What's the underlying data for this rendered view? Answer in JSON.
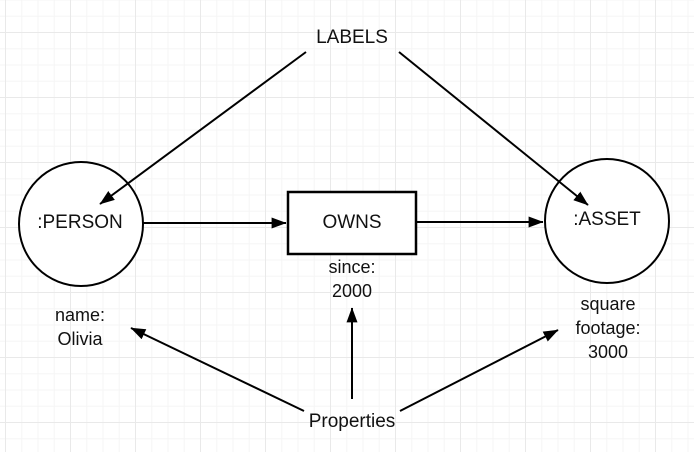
{
  "canvas": {
    "background_color": "#ffffff",
    "grid_major_color": "#e9e9e9",
    "grid_minor_color": "#f5f5f5",
    "stroke_color": "#000000"
  },
  "diagram": {
    "labels_title": "LABELS",
    "properties_title": "Properties",
    "nodes": {
      "person": {
        "label": ":PERSON",
        "shape": "circle"
      },
      "owns": {
        "label": "OWNS",
        "shape": "rectangle"
      },
      "asset": {
        "label": ":ASSET",
        "shape": "circle"
      }
    },
    "annotations": {
      "since": {
        "line1": "since:",
        "line2": "2000"
      },
      "name": {
        "line1": "name:",
        "line2": "Olivia"
      },
      "sqft": {
        "line1": "square",
        "line2": "footage:",
        "line3": "3000"
      }
    },
    "edges": [
      {
        "from": "LABELS",
        "to": ":PERSON"
      },
      {
        "from": "LABELS",
        "to": ":ASSET"
      },
      {
        "from": ":PERSON",
        "to": "OWNS"
      },
      {
        "from": "OWNS",
        "to": ":ASSET"
      },
      {
        "from": "Properties",
        "to": "since: 2000"
      },
      {
        "from": "Properties",
        "to": "name: Olivia"
      },
      {
        "from": "Properties",
        "to": "square footage: 3000"
      }
    ]
  }
}
